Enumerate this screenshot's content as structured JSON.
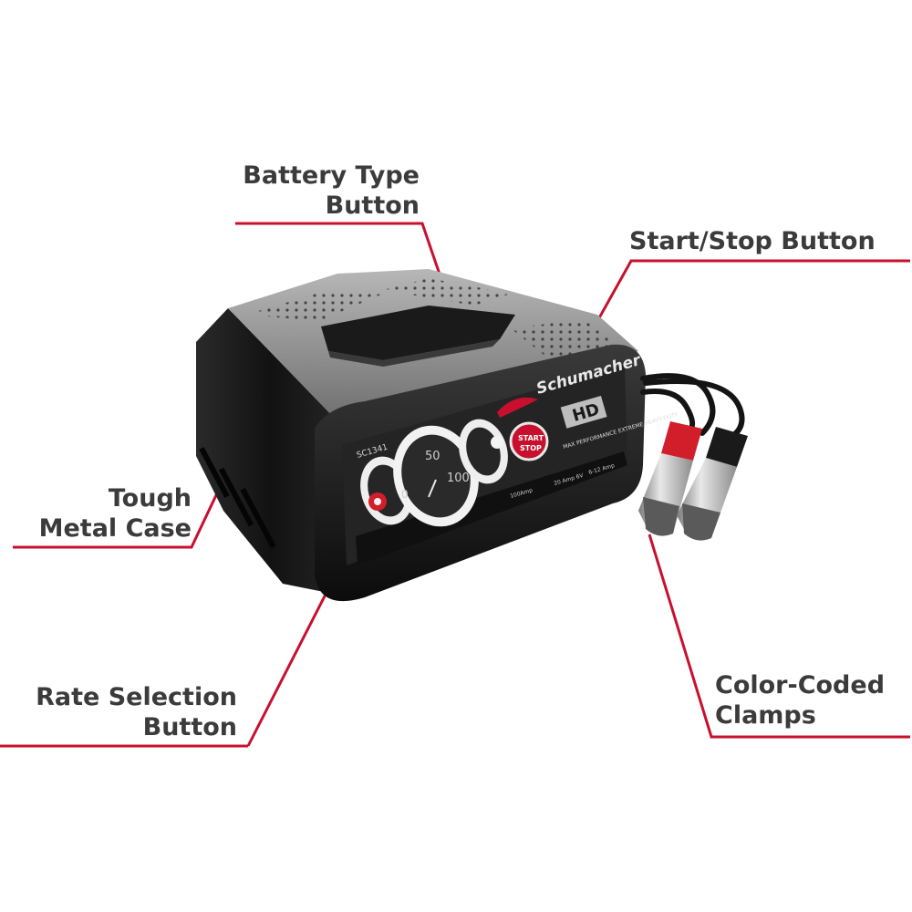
{
  "callouts": {
    "battery_type": {
      "line1": "Battery Type",
      "line2": "Button"
    },
    "start_stop": {
      "line1": "Start/Stop Button"
    },
    "metal_case": {
      "line1": "Tough",
      "line2": "Metal Case"
    },
    "rate_selection": {
      "line1": "Rate Selection",
      "line2": "Button"
    },
    "clamps": {
      "line1": "Color-Coded",
      "line2": "Clamps"
    }
  },
  "device": {
    "brand": "Schumacher",
    "badge": "HD",
    "model": "SC1341",
    "start_stop_label_1": "START",
    "start_stop_label_2": "STOP",
    "gauge_mark_low": "0",
    "gauge_mark_mid": "50",
    "gauge_mark_high": "100",
    "tagline": "MAX PERFORMANCE EXTREME HEAVY-DUTY",
    "rating_1": "100Amp",
    "rating_2": "20 Amp 6V",
    "rating_3": "6-12 Amp"
  },
  "colors": {
    "accent": "#c8102e",
    "label_text": "#3b3b3b",
    "case_dark": "#141414",
    "top_metal": "#9a9a9a",
    "clamp_red": "#d21e2b",
    "clamp_black": "#1a1a1a"
  }
}
